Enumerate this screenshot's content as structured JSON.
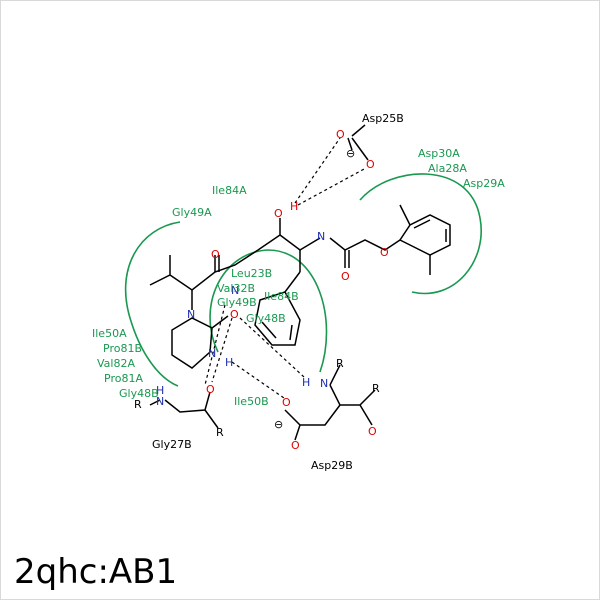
{
  "caption": "2qhc:AB1",
  "colors": {
    "residue": "#1a9850",
    "oxygen": "#e00000",
    "nitrogen": "#1f2fb0",
    "bond": "#000000"
  },
  "residues": {
    "asp25b": "Asp25B",
    "asp30a": "Asp30A",
    "ala28a": "Ala28A",
    "asp29a": "Asp29A",
    "ile84a": "Ile84A",
    "gly49a": "Gly49A",
    "leu23b": "Leu23B",
    "val32b": "Val32B",
    "gly49b": "Gly49B",
    "ile84b": "Ile84B",
    "gly48b_mid": "Gly48B",
    "ile50a": "Ile50A",
    "pro81b": "Pro81B",
    "val82a": "Val82A",
    "pro81a": "Pro81A",
    "gly48b": "Gly48B",
    "ile50b": "Ile50B",
    "gly27b": "Gly27B",
    "asp29b": "Asp29B"
  },
  "atoms": {
    "O": "O",
    "N": "N",
    "H": "H",
    "R": "R",
    "minus": "⊖"
  }
}
